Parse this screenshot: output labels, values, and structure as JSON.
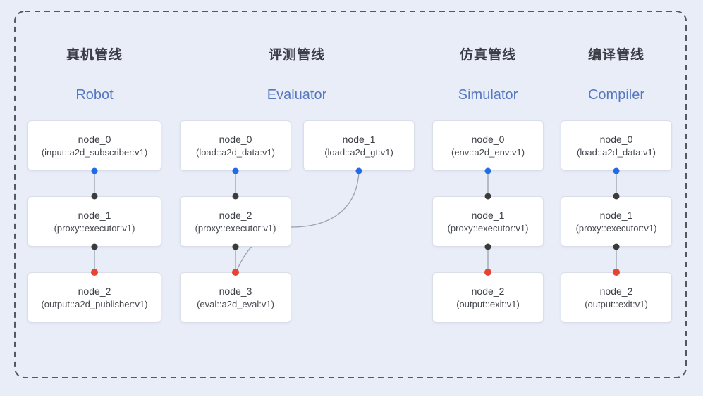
{
  "diagram_title": "pipeline-architecture-diagram",
  "colors": {
    "background": "#e9edf8",
    "dashed_border": "#55585f",
    "node_background": "#ffffff",
    "node_border": "#dadee8",
    "edge_line": "#98a0b0",
    "port_output_blue": "#1f6be8",
    "port_mid_black": "#3b3b3b",
    "port_input_red": "#e84330",
    "title_cn_color": "#3a3d44",
    "title_en_color": "#5678c1"
  },
  "pipelines": [
    {
      "key": "robot",
      "title_cn": "真机管线",
      "title_en": "Robot",
      "nodes": [
        {
          "name": "node_0",
          "type": "(input::a2d_subscriber:v1)"
        },
        {
          "name": "node_1",
          "type": "(proxy::executor:v1)"
        },
        {
          "name": "node_2",
          "type": "(output::a2d_publisher:v1)"
        }
      ]
    },
    {
      "key": "evaluator",
      "title_cn": "评测管线",
      "title_en": "Evaluator",
      "nodes": [
        {
          "name": "node_0",
          "type": "(load::a2d_data:v1)"
        },
        {
          "name": "node_2",
          "type": "(proxy::executor:v1)"
        },
        {
          "name": "node_3",
          "type": "(eval::a2d_eval:v1)"
        }
      ],
      "side_node": {
        "name": "node_1",
        "type": "(load::a2d_gt:v1)"
      }
    },
    {
      "key": "simulator",
      "title_cn": "仿真管线",
      "title_en": "Simulator",
      "nodes": [
        {
          "name": "node_0",
          "type": "(env::a2d_env:v1)"
        },
        {
          "name": "node_1",
          "type": "(proxy::executor:v1)"
        },
        {
          "name": "node_2",
          "type": "(output::exit:v1)"
        }
      ]
    },
    {
      "key": "compiler",
      "title_cn": "编译管线",
      "title_en": "Compiler",
      "nodes": [
        {
          "name": "node_0",
          "type": "(load::a2d_data:v1)"
        },
        {
          "name": "node_1",
          "type": "(proxy::executor:v1)"
        },
        {
          "name": "node_2",
          "type": "(output::exit:v1)"
        }
      ]
    }
  ]
}
